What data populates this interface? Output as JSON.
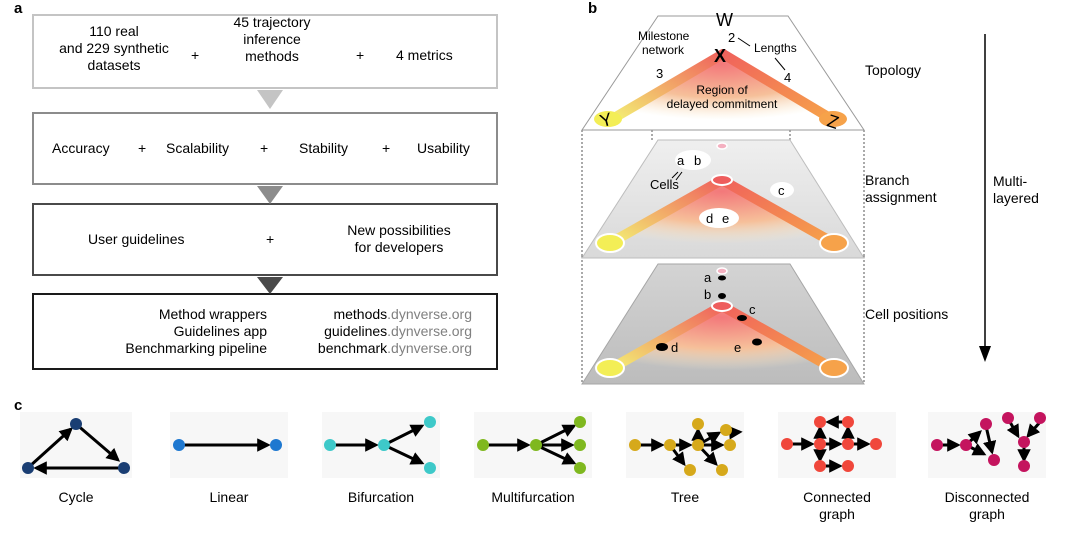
{
  "panel_a": {
    "letter": "a",
    "box1": {
      "col1": [
        "110 real",
        "and 229 synthetic",
        "datasets"
      ],
      "col2": [
        "45 trajectory",
        "inference",
        "methods"
      ],
      "col3": "4 metrics",
      "plus": "+"
    },
    "box2": {
      "items": [
        "Accuracy",
        "Scalability",
        "Stability",
        "Usability"
      ],
      "plus": "+"
    },
    "box3": {
      "left": "User guidelines",
      "right": [
        "New possibilities",
        "for developers"
      ],
      "plus": "+"
    },
    "box4": {
      "rows": [
        {
          "label": "Method wrappers",
          "url_bold": "methods",
          "url_rest": ".dynverse.org"
        },
        {
          "label": "Guidelines app",
          "url_bold": "guidelines",
          "url_rest": ".dynverse.org"
        },
        {
          "label": "Benchmarking pipeline",
          "url_bold": "benchmark",
          "url_rest": ".dynverse.org"
        }
      ]
    },
    "arrow_colors": [
      "#c4c4c4",
      "#8c8c8c",
      "#4a4a4a"
    ]
  },
  "panel_b": {
    "letter": "b",
    "top": {
      "milestone": [
        "Milestone",
        "network"
      ],
      "lengths": "Lengths",
      "len2": "2",
      "len3": "3",
      "len4": "4",
      "region": [
        "Region of",
        "delayed commitment"
      ],
      "W": "W",
      "X": "X",
      "Y": "Y",
      "Z": "Z"
    },
    "mid": {
      "cells": "Cells",
      "a": "a",
      "b": "b",
      "c": "c",
      "d": "d",
      "e": "e"
    },
    "bottom": {
      "a": "a",
      "b": "b",
      "c": "c",
      "d": "d",
      "e": "e"
    },
    "labels": {
      "topology": "Topology",
      "branch": [
        "Branch",
        "assignment"
      ],
      "positions": "Cell positions",
      "multi": [
        "Multi-",
        "layered"
      ]
    }
  },
  "panel_c": {
    "letter": "c",
    "types": [
      {
        "name": [
          "Cycle"
        ],
        "color": "#1a3e73"
      },
      {
        "name": [
          "Linear"
        ],
        "color": "#1e78d0"
      },
      {
        "name": [
          "Bifurcation"
        ],
        "color": "#3ec9c9"
      },
      {
        "name": [
          "Multifurcation"
        ],
        "color": "#7fb81f"
      },
      {
        "name": [
          "Tree"
        ],
        "color": "#d6a91b"
      },
      {
        "name": [
          "Connected",
          "graph"
        ],
        "color": "#f0473b"
      },
      {
        "name": [
          "Disconnected",
          "graph"
        ],
        "color": "#c4145e"
      }
    ]
  }
}
